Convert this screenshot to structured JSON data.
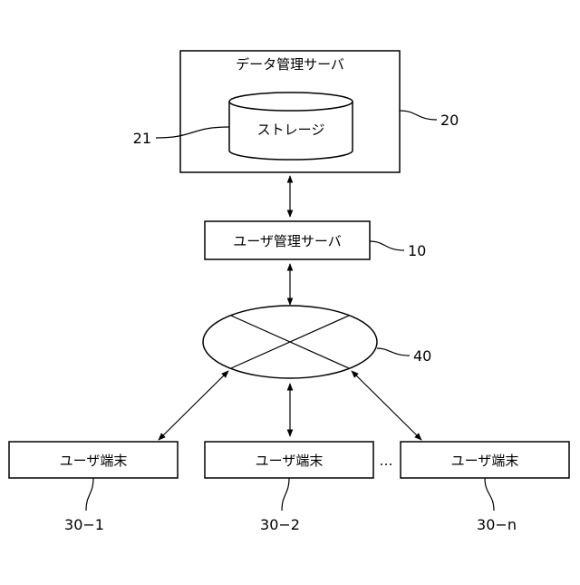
{
  "data_server": {
    "title": "データ管理サーバ",
    "ref": "20"
  },
  "storage": {
    "label": "ストレージ",
    "ref": "21"
  },
  "user_server": {
    "label": "ユーザ管理サーバ",
    "ref": "10"
  },
  "network": {
    "ref": "40"
  },
  "terminals": [
    {
      "label": "ユーザ端末",
      "ref": "30−1"
    },
    {
      "label": "ユーザ端末",
      "ref": "30−2"
    },
    {
      "label": "ユーザ端末",
      "ref": "30−n"
    }
  ],
  "ellipsis": "…"
}
